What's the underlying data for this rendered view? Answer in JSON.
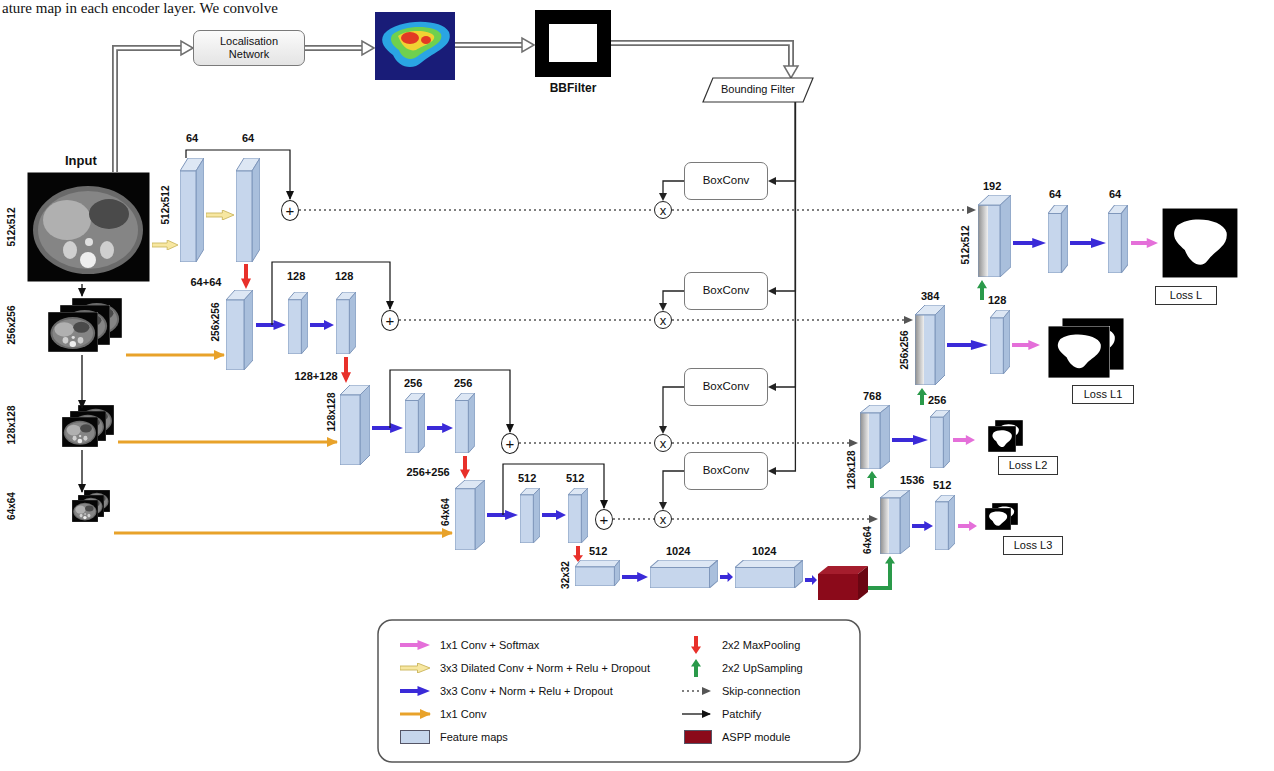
{
  "diagram": {
    "nodes": [
      {
        "text": [
          "Input"
        ]
      },
      {
        "text": [
          "Localisation Network"
        ]
      },
      {
        "text": [
          "BBFilter"
        ]
      },
      {
        "text": [
          "Bounding Filter"
        ]
      },
      {
        "text": [
          "BoxConv"
        ]
      },
      {
        "text": [
          "+"
        ]
      },
      {
        "text": [
          "x"
        ]
      },
      {
        "text": [
          "BoxConv"
        ]
      },
      {
        "text": [
          "+"
        ]
      },
      {
        "text": [
          "x"
        ]
      },
      {
        "text": [
          "BoxConv"
        ]
      },
      {
        "text": [
          "+"
        ]
      },
      {
        "text": [
          "x"
        ]
      },
      {
        "text": [
          "BoxConv"
        ]
      },
      {
        "text": [
          "+"
        ]
      },
      {
        "text": [
          "x"
        ]
      },
      {
        "text": [
          "Loss L"
        ]
      },
      {
        "text": [
          "Loss L1"
        ]
      },
      {
        "text": [
          "Loss L2"
        ]
      },
      {
        "text": [
          "Loss L3"
        ]
      }
    ],
    "edges": [
      {
        "from": 0,
        "to": 1,
        "arrow": "to"
      },
      {
        "from": 2,
        "to": 3,
        "arrow": "to"
      },
      {
        "from": 3,
        "to": 4,
        "arrow": "to"
      },
      {
        "from": 3,
        "to": 7,
        "arrow": "to"
      },
      {
        "from": 3,
        "to": 10,
        "arrow": "to"
      },
      {
        "from": 3,
        "to": 13,
        "arrow": "to"
      },
      {
        "from": 4,
        "to": 6,
        "arrow": "to"
      },
      {
        "from": 5,
        "to": 6,
        "arrow": "none"
      },
      {
        "from": 7,
        "to": 9,
        "arrow": "to"
      },
      {
        "from": 8,
        "to": 9,
        "arrow": "none"
      },
      {
        "from": 10,
        "to": 12,
        "arrow": "to"
      },
      {
        "from": 11,
        "to": 12,
        "arrow": "none"
      },
      {
        "from": 13,
        "to": 15,
        "arrow": "to"
      },
      {
        "from": 14,
        "to": 15,
        "arrow": "none"
      }
    ],
    "labels": [
      "ature map in each encoder layer. We convolve",
      "512x512",
      "64",
      "64",
      "512x512",
      "256x256",
      "64+64",
      "256x256",
      "128",
      "128",
      "128x128",
      "128+128",
      "128x128",
      "256",
      "256",
      "64x64",
      "256+256",
      "64x64",
      "512",
      "512",
      "32x32",
      "512",
      "1024",
      "1024",
      "192",
      "512x512",
      "64",
      "64",
      "384",
      "256x256",
      "128",
      "768",
      "128x128",
      "256",
      "1536",
      "64x64",
      "512"
    ],
    "legend": [
      {
        "text": "1x1 Conv + Softmax"
      },
      {
        "text": "2x2 MaxPooling"
      },
      {
        "text": "3x3 Dilated Conv + Norm + Relu + Dropout"
      },
      {
        "text": "2x2 UpSampling"
      },
      {
        "text": "3x3 Conv + Norm + Relu + Dropout"
      },
      {
        "text": "Skip-connection"
      },
      {
        "text": "1x1 Conv"
      },
      {
        "text": "Patchify"
      },
      {
        "text": "Feature maps",
        "color": "#c6d6ec"
      },
      {
        "text": "ASPP module",
        "color": "#8b0a1a"
      }
    ]
  }
}
